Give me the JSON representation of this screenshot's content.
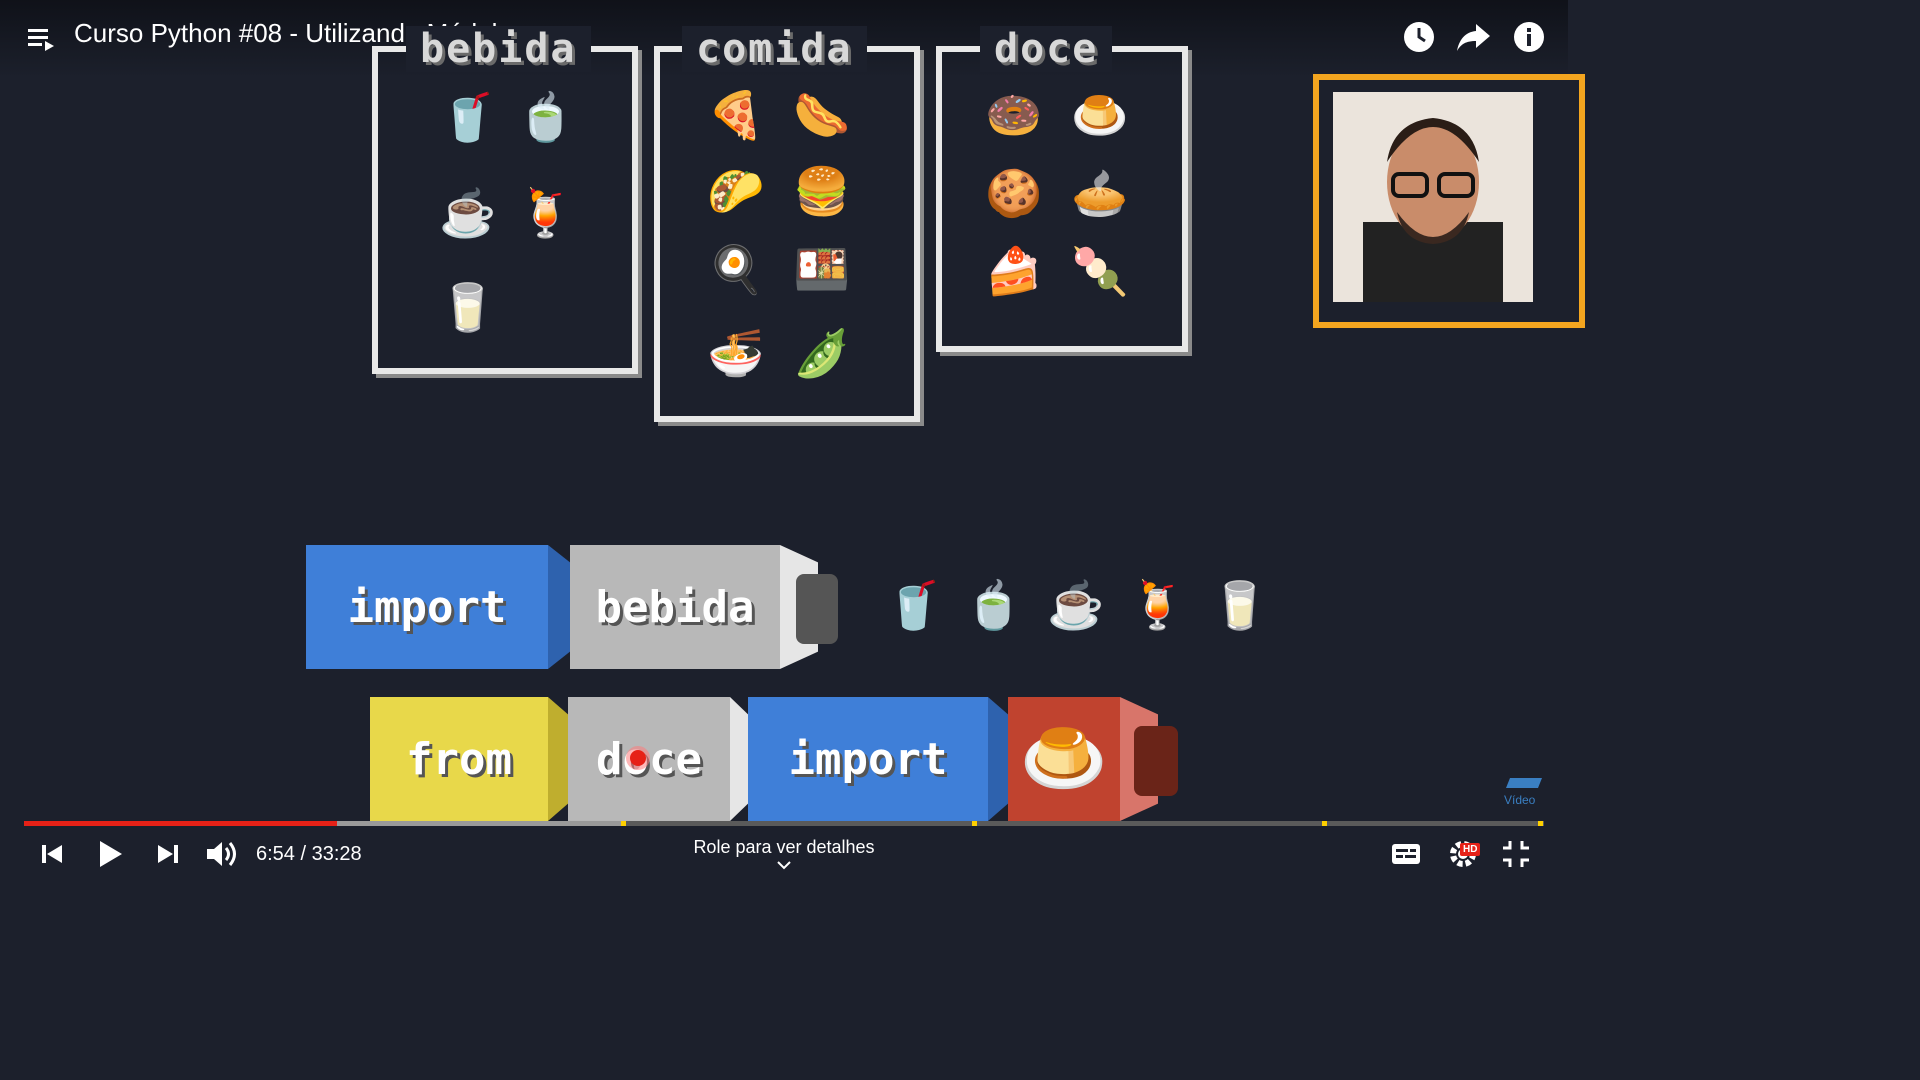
{
  "header": {
    "title": "Curso Python #08 - Utilizando Módulos",
    "icons": [
      "playlist-icon",
      "watch-later-icon",
      "share-icon",
      "info-icon"
    ]
  },
  "slide": {
    "categories": [
      {
        "title": "bebida",
        "items": [
          "🥤",
          "🍵",
          "☕",
          "🍹",
          "🥛"
        ]
      },
      {
        "title": "comida",
        "items": [
          "🍕",
          "🌭",
          "🌮",
          "🍔",
          "🍳",
          "🍱",
          "🍜",
          "🫛"
        ]
      },
      {
        "title": "doce",
        "items": [
          "🍩",
          "🍮",
          "🍪",
          "🥧",
          "🍰",
          "🍡"
        ]
      }
    ],
    "row1": {
      "keyword": "import",
      "module": "bebida",
      "items": [
        "🥤",
        "🍵",
        "☕",
        "🍹",
        "🥛"
      ]
    },
    "row2": {
      "from": "from",
      "module": "doce",
      "import": "import",
      "item": "🍮"
    }
  },
  "overlay": {
    "video_badge": "Vídeo"
  },
  "player": {
    "time": "6:54 / 33:28",
    "details": "Role para ver detalhes",
    "progress_played": 0.206,
    "progress_buffered": 0.395,
    "hd_badge": "HD",
    "colors": {
      "played": "#e62117",
      "chapter": "#ffd000",
      "accent": "#f3a51f"
    }
  }
}
